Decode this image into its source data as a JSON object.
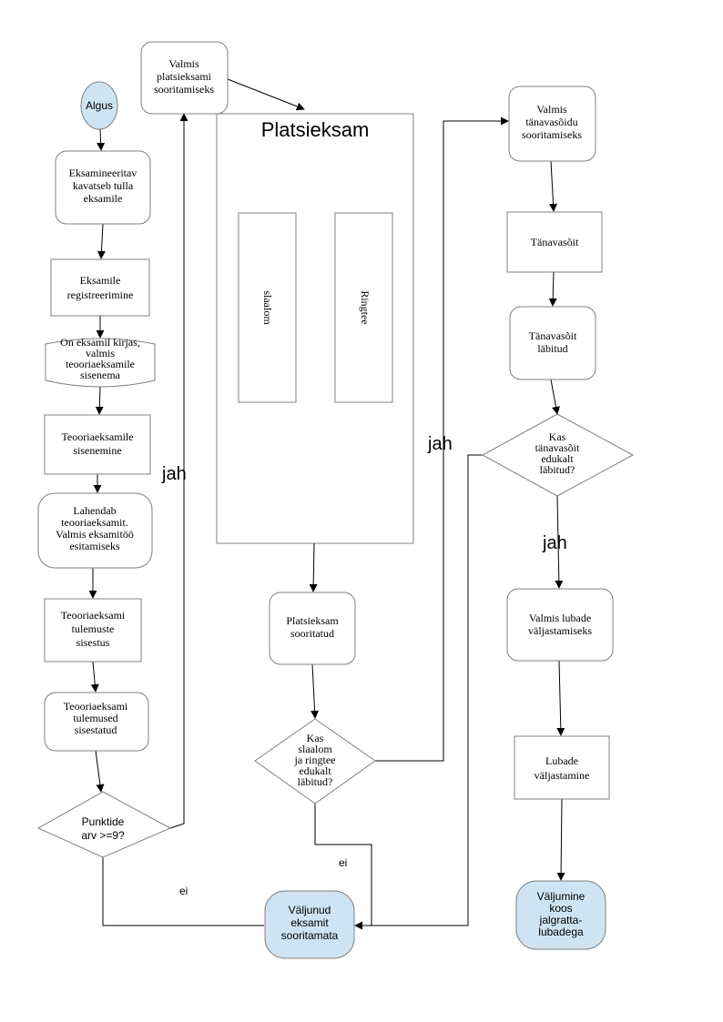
{
  "nodes": {
    "algus": [
      "Algus"
    ],
    "kavatseb": [
      "Eksamineeritav",
      "kavatseb tulla",
      "eksamile"
    ],
    "registreerimine": [
      "Eksamile",
      "registreerimine"
    ],
    "kirjas": [
      "On eksamil kirjas,",
      "valmis",
      "teooriaeksamile",
      "sisenema"
    ],
    "sisenemine": [
      "Teooriaeksamile",
      "sisenemine"
    ],
    "lahendab": [
      "Lahendab",
      "teooriaeksamit.",
      "Valmis eksamitöö",
      "esitamiseks"
    ],
    "tulemuste_sisestus": [
      "Teooriaeksami",
      "tulemuste",
      "sisestus"
    ],
    "tulemused_sisestatud": [
      "Teooriaeksami",
      "tulemused",
      "sisestatud"
    ],
    "punktide": [
      "Punktide",
      "arv >=9?"
    ],
    "valmis_plats": [
      "Valmis",
      "platsieksami",
      "sooritamiseks"
    ],
    "platsieksam_group": "Platsieksam",
    "slaalom": "slaalom",
    "ringtee": "Ringtee",
    "plats_sooritatud": [
      "Platsieksam",
      "sooritatud"
    ],
    "kas_slaalom": [
      "Kas",
      "slaalom",
      "ja ringtee",
      "edukalt",
      "läbitud?"
    ],
    "valjunud": [
      "Väljunud",
      "eksamit",
      "sooritamata"
    ],
    "valmis_tanav": [
      "Valmis",
      "tänavasõidu",
      "sooritamiseks"
    ],
    "tanavasoit": [
      "Tänavasõit"
    ],
    "tanav_labitud": [
      "Tänavasõit",
      "läbitud"
    ],
    "kas_tanav": [
      "Kas",
      "tänavasõit",
      "edukalt",
      "läbitud?"
    ],
    "valmis_lubade": [
      "Valmis lubade",
      "väljastamiseks"
    ],
    "lubade_valjastamine": [
      "Lubade",
      "väljastamine"
    ],
    "valjumine": [
      "Väljumine",
      "koos",
      "jalgratta-",
      "lubadega"
    ]
  },
  "edge_labels": {
    "jah_left": "jah",
    "jah_middle": "jah",
    "jah_right": "jah",
    "ei_left": "ei",
    "ei_middle": "ei"
  }
}
